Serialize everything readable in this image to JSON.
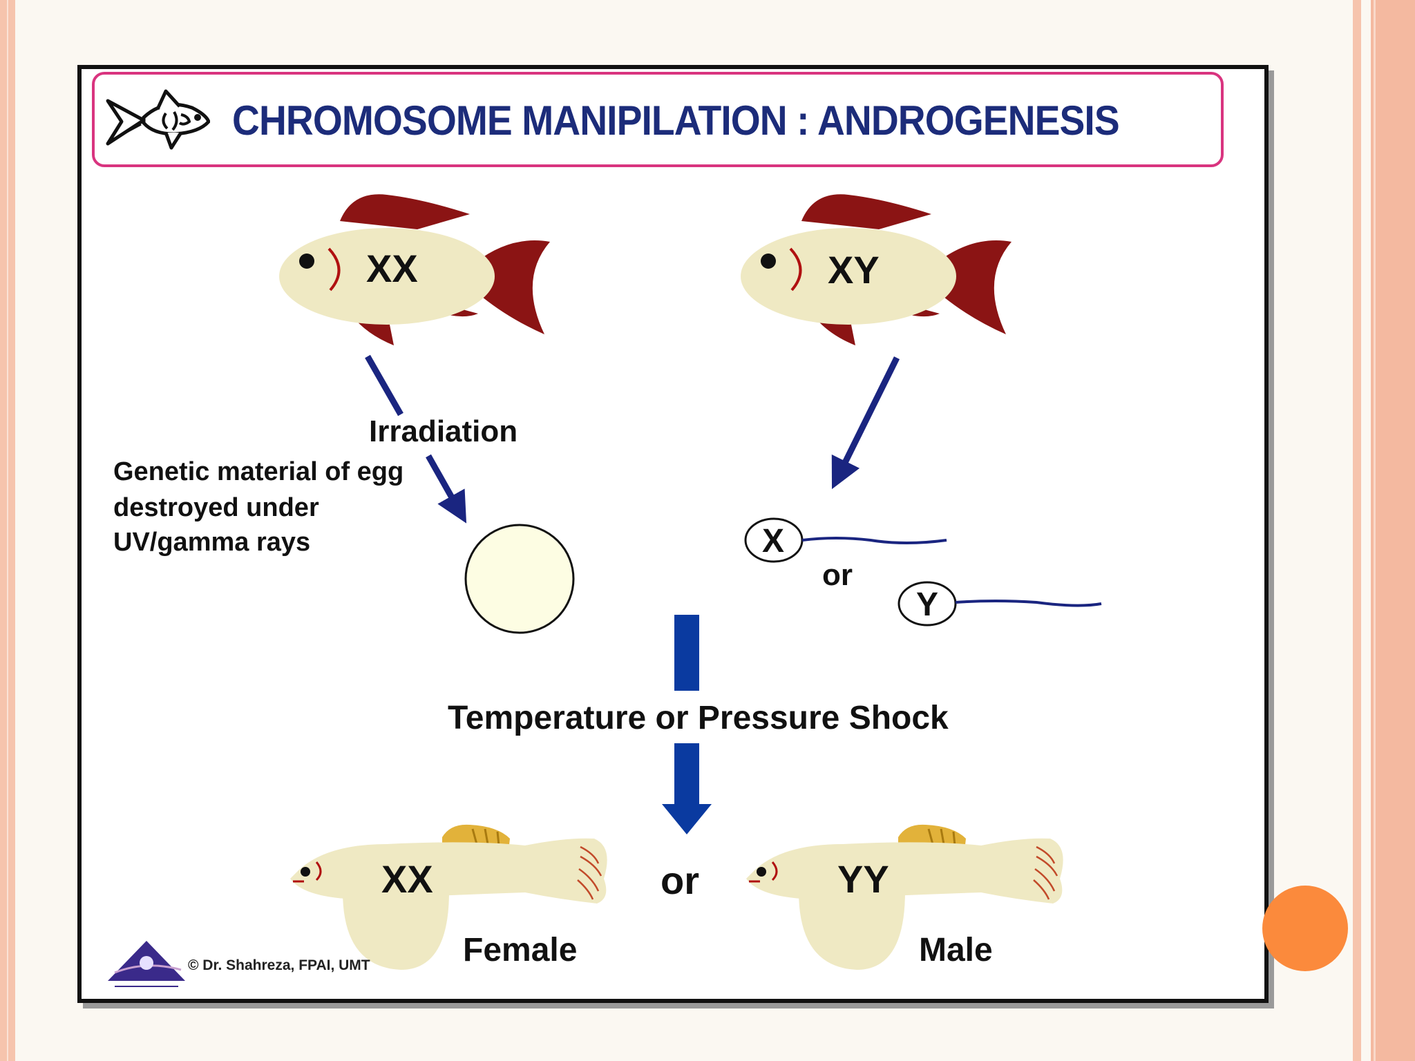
{
  "title": "CHROMOSOME MANIPILATION : ANDROGENESIS",
  "parents": {
    "female_fish_label": "XX",
    "male_fish_label": "XY"
  },
  "left_branch": {
    "arrow_label": "Irradiation",
    "note_line1": "Genetic material of egg",
    "note_line2": "destroyed  under",
    "note_line3": "UV/gamma rays"
  },
  "sperm": {
    "x_label": "X",
    "or_label": "or",
    "y_label": "Y"
  },
  "process_label": "Temperature or Pressure Shock",
  "offspring": {
    "left_label": "XX",
    "or_label": "or",
    "right_label": "YY",
    "female_label": "Female",
    "male_label": "Male"
  },
  "credit": "© Dr. Shahreza, FPAI, UMT",
  "colors": {
    "title_text": "#1c2c7a",
    "title_border": "#d9347f",
    "arrow": "#1a2580",
    "block_arrow": "#0a3aa0",
    "fish_body": "#efe9c3",
    "fish_fin": "#8b1414",
    "egg_fill": "#fdfde3",
    "slide_accent_dot": "#fb8a3c"
  },
  "icons": [
    "fish-logo-icon",
    "university-logo-icon"
  ]
}
